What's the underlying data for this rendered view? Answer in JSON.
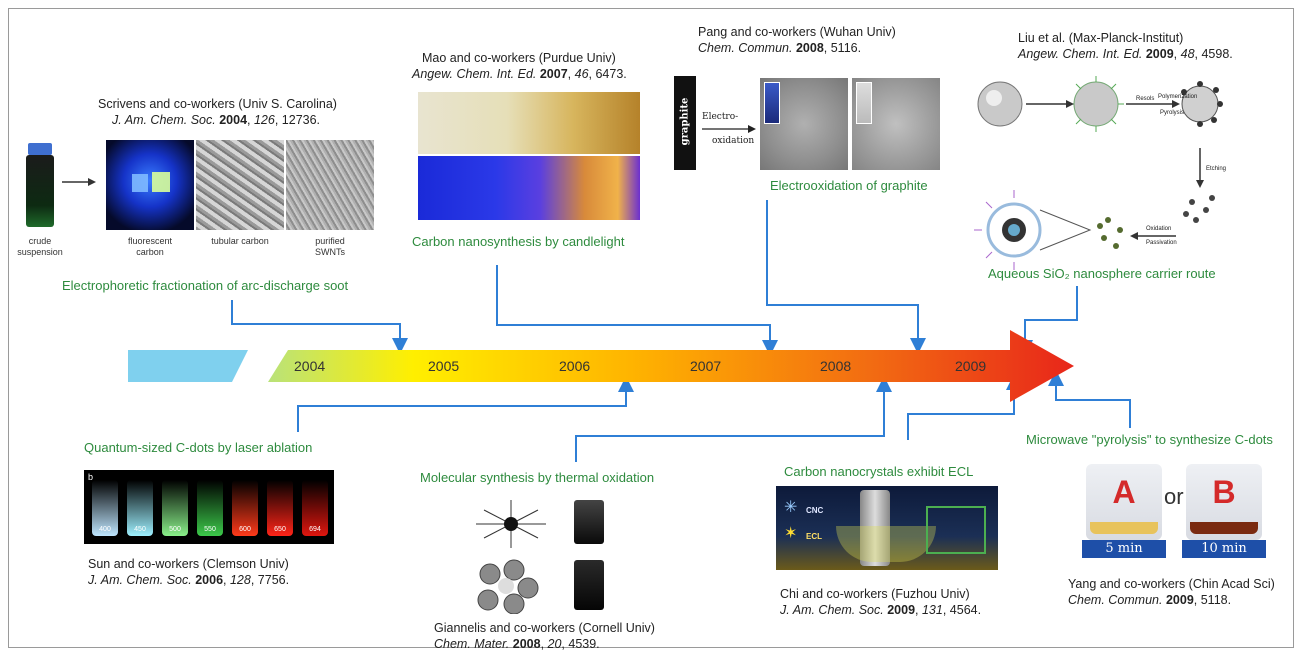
{
  "colors": {
    "connector": "#2f7fd6",
    "topic_green": "#2e8b3e",
    "arrow_start": "#b9e27a",
    "arrow_mid": "#ffd400",
    "arrow_end": "#e8261a"
  },
  "timeline": {
    "years": [
      "2004",
      "2005",
      "2006",
      "2007",
      "2008",
      "2009"
    ]
  },
  "events": {
    "scrivens": {
      "authors": "Scrivens and co-workers (Univ S. Carolina)",
      "journal": "J. Am. Chem. Soc.",
      "year": "2004",
      "volume": "126",
      "pages": "12736.",
      "topic": "Electrophoretic fractionation of arc-discharge soot",
      "image_labels": [
        "crude suspension",
        "fluorescent carbon",
        "tubular carbon",
        "purified SWNTs"
      ]
    },
    "mao": {
      "authors": "Mao and co-workers (Purdue Univ)",
      "journal": "Angew. Chem. Int. Ed.",
      "year": "2007",
      "volume": "46",
      "pages": "6473.",
      "topic": "Carbon nanosynthesis by candlelight"
    },
    "pang": {
      "authors": "Pang and co-workers (Wuhan Univ)",
      "journal": "Chem. Commun.",
      "year": "2008",
      "pages": "5116.",
      "topic": "Electrooxidation of graphite",
      "image_labels": [
        "graphite",
        "Electro-",
        "oxidation"
      ]
    },
    "liu": {
      "authors": "Liu et al. (Max-Planck-Institut)",
      "journal": "Angew. Chem. Int. Ed.",
      "year": "2009",
      "volume": "48",
      "pages": "4598.",
      "topic": "Aqueous SiO₂ nanosphere carrier route",
      "image_labels": [
        "Resols",
        "Polymerization",
        "Pyrolysis",
        "Etching",
        "Oxidation",
        "Passivation"
      ]
    },
    "sun": {
      "authors": "Sun and co-workers (Clemson Univ)",
      "journal": "J. Am. Chem. Soc.",
      "year": "2006",
      "volume": "128",
      "pages": "7756.",
      "topic": "Quantum-sized C-dots by laser ablation",
      "panel_letter": "b",
      "wavelengths": [
        "400",
        "450",
        "500",
        "550",
        "600",
        "650",
        "694"
      ]
    },
    "giannelis": {
      "authors": "Giannelis and co-workers (Cornell Univ)",
      "journal": "Chem. Mater.",
      "year": "2008",
      "volume": "20",
      "pages": "4539.",
      "topic": "Molecular synthesis by thermal oxidation"
    },
    "chi": {
      "authors": "Chi and co-workers (Fuzhou Univ)",
      "journal": "J. Am. Chem. Soc.",
      "year": "2009",
      "volume": "131",
      "pages": "4564.",
      "topic": "Carbon nanocrystals exhibit ECL",
      "image_labels": [
        "CNC",
        "ECL"
      ]
    },
    "yang": {
      "authors": "Yang and co-workers (Chin Acad Sci)",
      "journal": "Chem. Commun.",
      "year": "2009",
      "pages": "5118.",
      "topic": "Microwave \"pyrolysis\" to synthesize C-dots",
      "beaker_a": "A",
      "beaker_b": "B",
      "or": "or",
      "time_a": "5 min",
      "time_b": "10 min"
    }
  }
}
